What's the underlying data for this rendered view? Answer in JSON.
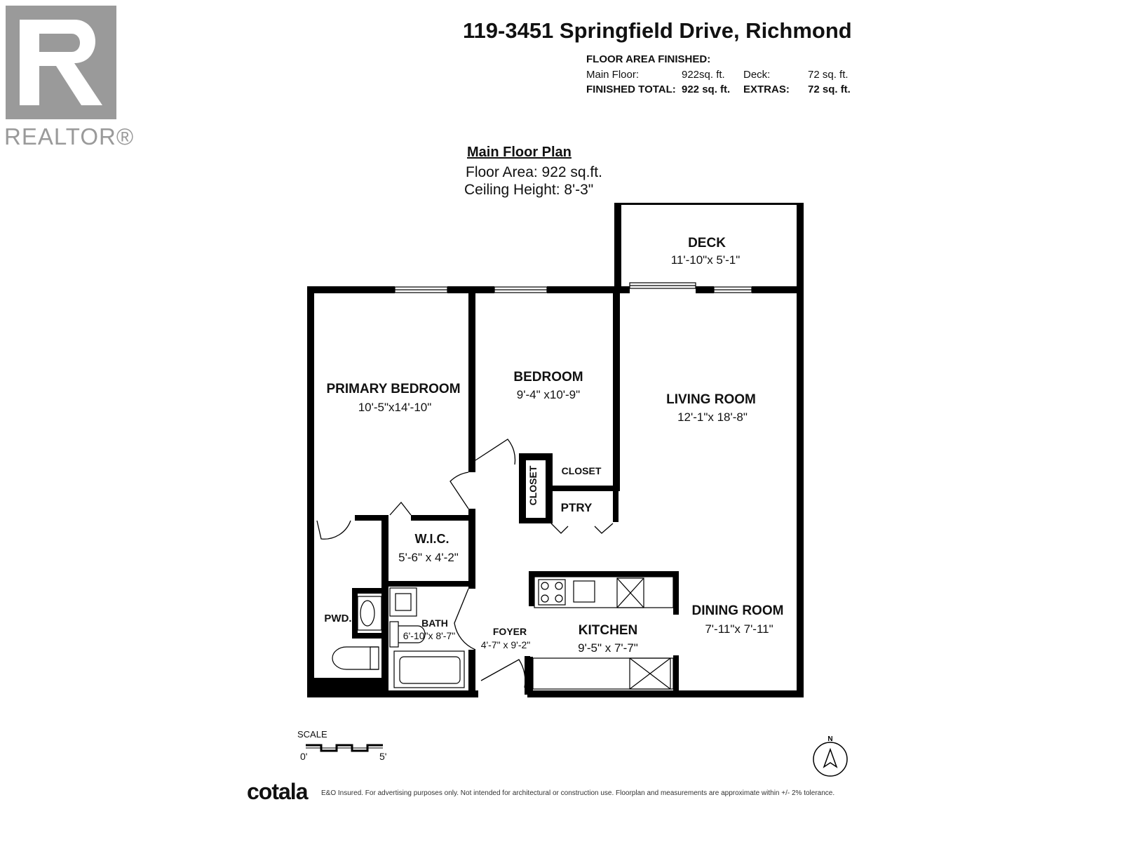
{
  "brand": {
    "realtor": "REALTOR®",
    "cotala": "cotala"
  },
  "header": {
    "address": "119-3451 Springfield Drive, Richmond",
    "floor_area_heading": "FLOOR AREA FINISHED:",
    "main_floor_label": "Main Floor:",
    "main_floor_value": "922sq. ft.",
    "deck_label": "Deck:",
    "deck_value": "72 sq. ft.",
    "finished_total_label": "FINISHED TOTAL:",
    "finished_total_value": "922 sq. ft.",
    "extras_label": "EXTRAS:",
    "extras_value": "72 sq. ft."
  },
  "plan": {
    "title": "Main Floor Plan",
    "floor_area": "Floor Area: 922 sq.ft.",
    "ceiling_height": "Ceiling Height: 8'-3\""
  },
  "rooms": {
    "deck": {
      "name": "DECK",
      "dims": "11'-10\"x 5'-1\""
    },
    "primary_bedroom": {
      "name": "PRIMARY BEDROOM",
      "dims": "10'-5\"x14'-10\""
    },
    "bedroom": {
      "name": "BEDROOM",
      "dims": "9'-4\" x10'-9\""
    },
    "living_room": {
      "name": "LIVING ROOM",
      "dims": "12'-1\"x 18'-8\""
    },
    "closet_a": {
      "name": "CLOSET"
    },
    "closet_b": {
      "name": "CLOSET"
    },
    "pantry": {
      "name": "PTRY"
    },
    "wic": {
      "name": "W.I.C.",
      "dims": "5'-6\" x 4'-2\""
    },
    "powder": {
      "name": "PWD."
    },
    "bath": {
      "name": "BATH",
      "dims": "6'-10\"x 8'-7\""
    },
    "foyer": {
      "name": "FOYER",
      "dims": "4'-7\" x 9'-2\""
    },
    "kitchen": {
      "name": "KITCHEN",
      "dims": "9'-5\" x 7'-7\""
    },
    "dining_room": {
      "name": "DINING ROOM",
      "dims": "7'-11\"x 7'-11\""
    }
  },
  "scale": {
    "label": "SCALE",
    "zero": "0'",
    "five": "5'"
  },
  "compass": {
    "north": "N",
    "icon": "north-arrow-icon"
  },
  "disclaimer": "E&O Insured. For advertising purposes only. Not intended for architectural or construction use. Floorplan and measurements are approximate within +/- 2% tolerance.",
  "colors": {
    "walls": "#000000",
    "logo_gray": "#9a9a9a",
    "background": "#ffffff"
  }
}
